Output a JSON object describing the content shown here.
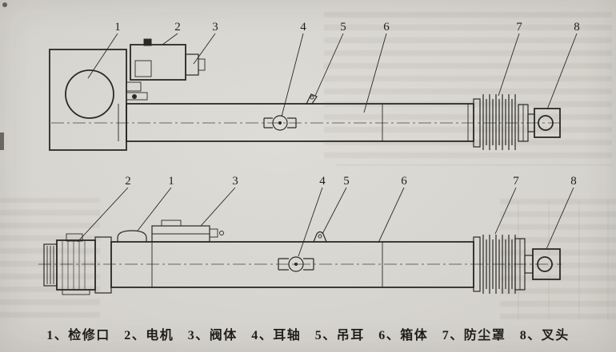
{
  "drawing": {
    "title_hint": "electro-hydraulic pusher assembly, two orthographic views",
    "top_view_callouts": [
      "1",
      "2",
      "3",
      "4",
      "5",
      "6",
      "7",
      "8"
    ],
    "bottom_view_callouts": [
      "2",
      "1",
      "3",
      "4",
      "5",
      "6",
      "7",
      "8"
    ],
    "caption": "1、检修口　2、电机　3、阀体　4、耳轴　5、吊耳　6、箱体　7、防尘罩　8、叉头",
    "parts_legend": [
      {
        "num": "1",
        "label": "检修口"
      },
      {
        "num": "2",
        "label": "电机"
      },
      {
        "num": "3",
        "label": "阀体"
      },
      {
        "num": "4",
        "label": "耳轴"
      },
      {
        "num": "5",
        "label": "吊耳"
      },
      {
        "num": "6",
        "label": "箱体"
      },
      {
        "num": "7",
        "label": "防尘罩"
      },
      {
        "num": "8",
        "label": "叉头"
      }
    ],
    "colors": {
      "paper": "#d7d5cf",
      "ink": "#2b2925"
    }
  }
}
